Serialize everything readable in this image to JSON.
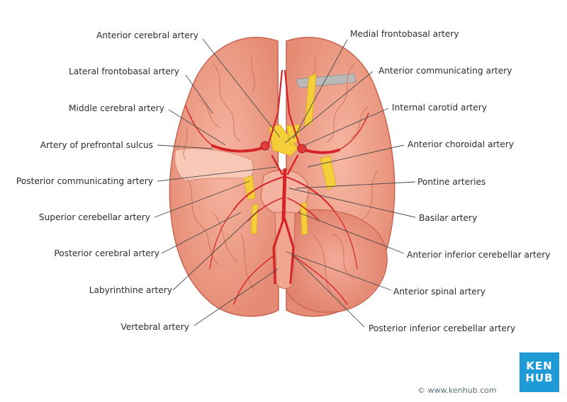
{
  "labels_left": [
    "Anterior cerebral artery",
    "Lateral frontobasal artery",
    "Middle cerebral artery",
    "Artery of prefrontal sulcus",
    "Posterior communicating artery",
    "Superior cerebellar artery",
    "Posterior cerebral artery",
    "Labyrinthine artery",
    "Vertebral artery"
  ],
  "labels_right": [
    "Medial frontobasal artery",
    "Anterior communicating artery",
    "Internal carotid artery",
    "Anterior choroidal artery",
    "Pontine arteries",
    "Basilar artery",
    "Anterior inferior cerebellar artery",
    "Anterior spinal artery",
    "Posterior inferior cerebellar artery"
  ],
  "credit": "© www.kenhub.com",
  "logo": {
    "line1": "KEN",
    "line2": "HUB"
  },
  "colors": {
    "brain": "#f2a48f",
    "brain_shade": "#e3826c",
    "gyri_line": "#c8604c",
    "artery": "#d6252a",
    "nerve": "#f4cf3a",
    "leader_line": "#4a4a4a",
    "logo_bg": "#1e9ad6"
  }
}
